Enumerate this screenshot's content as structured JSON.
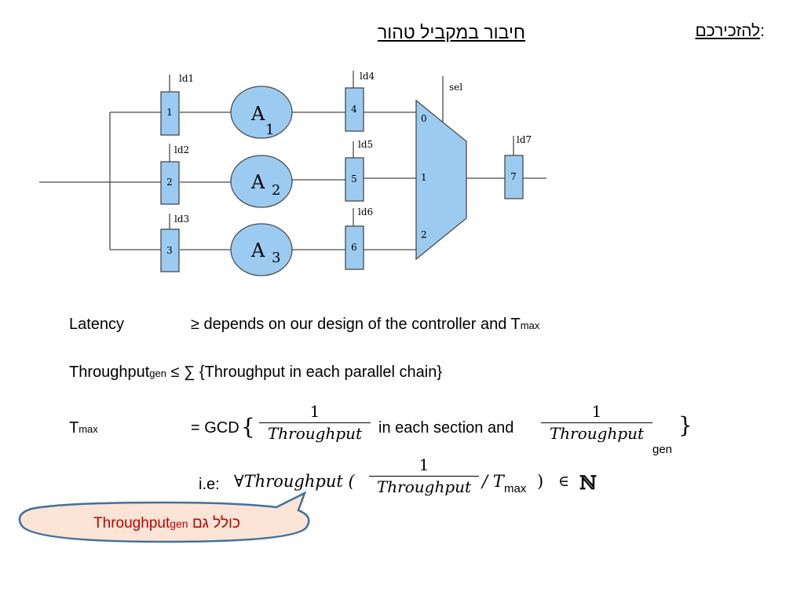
{
  "header": {
    "title": "חיבור במקביל טהור",
    "reminder": "להזכירכם",
    "reminder_suffix": ":"
  },
  "diagram": {
    "load_signals": [
      "ld1",
      "ld2",
      "ld3",
      "ld4",
      "ld5",
      "ld6",
      "ld7"
    ],
    "input_registers": [
      "1",
      "2",
      "3"
    ],
    "units": [
      {
        "letter": "A",
        "index": "1"
      },
      {
        "letter": "A",
        "index": "2"
      },
      {
        "letter": "A",
        "index": "3"
      }
    ],
    "output_registers": [
      "4",
      "5",
      "6"
    ],
    "mux_select": "sel",
    "mux_inputs": [
      "0",
      "1",
      "2"
    ],
    "final_register": "7",
    "colors": {
      "block_fill": "#9ccbf2",
      "unit_fill": "#9ccbf2",
      "stroke": "#4a4a4a"
    }
  },
  "equations": {
    "latency_label": "Latency",
    "latency_text": "≥ depends on our design of the controller and T",
    "latency_sub": "max",
    "throughput_label": "Throughput",
    "throughput_sub": "gen",
    "throughput_text": "≤ ∑ {Throughput in each parallel chain}",
    "tmax_label": "T",
    "tmax_sub": "max",
    "gcd_prefix": "= GCD",
    "open_brace": "{",
    "close_brace": "}",
    "frac_num": "1",
    "frac_den": "Throughput",
    "mid_text": "in each section and",
    "gen_sub": "gen",
    "ie_label": "i.e:",
    "forall_expr": "∀Throughput (",
    "div_t": "/ T",
    "max_sub": "max",
    "close_paren": ")",
    "element_of": "∈",
    "naturals": "ℕ"
  },
  "callout": {
    "text_latin": "Throughput",
    "text_sub": "gen",
    "text_hebrew": "כולל גם",
    "fill": "#fce4d6",
    "border": "#41719c"
  }
}
